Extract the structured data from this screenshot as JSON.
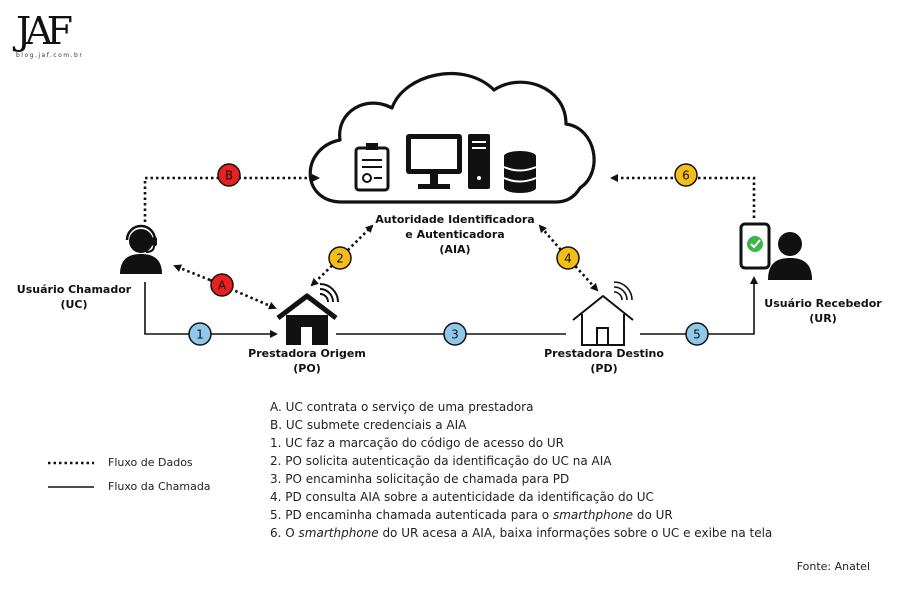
{
  "logo": {
    "mark": "JAF",
    "url": "blog.jaf.com.br"
  },
  "nodes": {
    "aia": {
      "name": "Autoridade Identificadora\ne Autenticadora",
      "abbr": "(AIA)"
    },
    "uc": {
      "name": "Usuário Chamador",
      "abbr": "(UC)"
    },
    "po": {
      "name": "Prestadora Origem",
      "abbr": "(PO)"
    },
    "pd": {
      "name": "Prestadora Destino",
      "abbr": "(PD)"
    },
    "ur": {
      "name": "Usuário Recebedor",
      "abbr": "(UR)"
    }
  },
  "badges": {
    "A": {
      "label": "A",
      "color": "#e8201f"
    },
    "B": {
      "label": "B",
      "color": "#e8201f"
    },
    "1": {
      "label": "1",
      "color": "#8ec9ea"
    },
    "2": {
      "label": "2",
      "color": "#f5bd18"
    },
    "3": {
      "label": "3",
      "color": "#8ec9ea"
    },
    "4": {
      "label": "4",
      "color": "#f5bd18"
    },
    "5": {
      "label": "5",
      "color": "#8ec9ea"
    },
    "6": {
      "label": "6",
      "color": "#f5bd18"
    }
  },
  "legend": {
    "data_flow": "Fluxo de Dados",
    "call_flow": "Fluxo da Chamada"
  },
  "steps": [
    {
      "marker": "A.",
      "parts": [
        {
          "t": "UC contrata  o serviço de uma prestadora"
        }
      ]
    },
    {
      "marker": "B.",
      "parts": [
        {
          "t": "UC submete credenciais a AIA"
        }
      ]
    },
    {
      "marker": "1.",
      "parts": [
        {
          "t": "UC faz a marcação do código de acesso do UR"
        }
      ]
    },
    {
      "marker": "2.",
      "parts": [
        {
          "t": "PO solicita autenticação da identificação do UC na AIA"
        }
      ]
    },
    {
      "marker": "3.",
      "parts": [
        {
          "t": "PO encaminha solicitação de chamada para PD"
        }
      ]
    },
    {
      "marker": "4.",
      "parts": [
        {
          "t": "PD consulta AIA sobre a autenticidade da identificação do UC"
        }
      ]
    },
    {
      "marker": "5.",
      "parts": [
        {
          "t": "PD encaminha chamada  autenticada para o "
        },
        {
          "t": "smarthphone",
          "i": true
        },
        {
          "t": " do UR"
        }
      ]
    },
    {
      "marker": "6.",
      "parts": [
        {
          "t": "O "
        },
        {
          "t": "smarthphone",
          "i": true
        },
        {
          "t": " do UR acesa a AIA, baixa informações sobre o UC e exibe na tela"
        }
      ]
    }
  ],
  "source": "Fonte: Anatel"
}
